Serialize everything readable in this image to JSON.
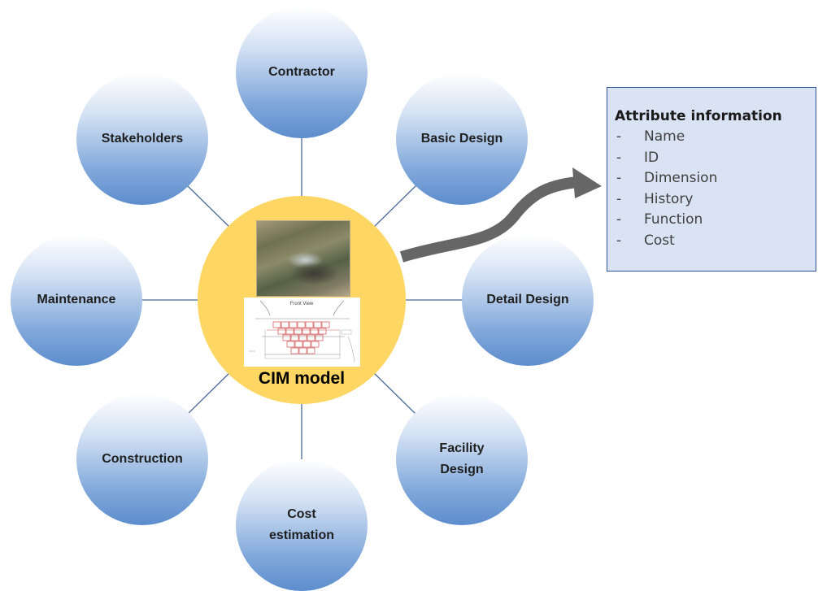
{
  "hub": {
    "title": "CIM model",
    "drawing_caption": "Front View",
    "color": "#fdd663"
  },
  "nodes": [
    {
      "id": "contractor",
      "label": "Contractor"
    },
    {
      "id": "basic-design",
      "label": "Basic Design"
    },
    {
      "id": "detail-design",
      "label": "Detail Design"
    },
    {
      "id": "facility-design",
      "label": "Facility\nDesign"
    },
    {
      "id": "cost-estimation",
      "label": "Cost\nestimation"
    },
    {
      "id": "construction",
      "label": "Construction"
    },
    {
      "id": "maintenance",
      "label": "Maintenance"
    },
    {
      "id": "stakeholders",
      "label": "Stakeholders"
    }
  ],
  "attribute_box": {
    "title": "Attribute information",
    "bullet": "-",
    "items": [
      "Name",
      "ID",
      "Dimension",
      "History",
      "Function",
      "Cost"
    ],
    "fill": "#dae3f3",
    "border": "#2f5597"
  },
  "colors": {
    "connector": "#4a6a96",
    "arrow": "#666666",
    "node_gradient_bottom": "#5d8dcd"
  }
}
